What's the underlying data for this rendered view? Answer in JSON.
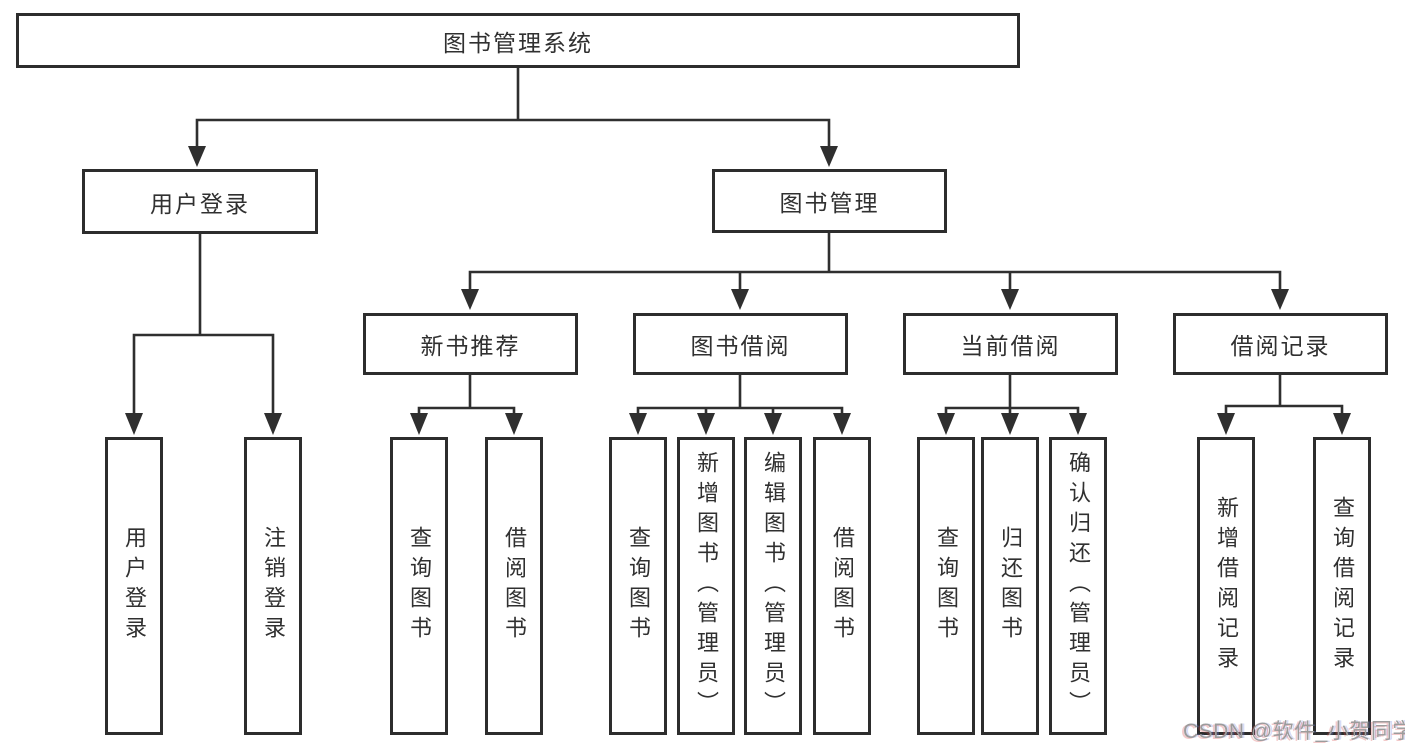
{
  "tree": {
    "root": "图书管理系统",
    "l2": [
      "用户登录",
      "图书管理"
    ],
    "l3": [
      "新书推荐",
      "图书借阅",
      "当前借阅",
      "借阅记录"
    ],
    "l4_user_login": [
      "用户登录",
      "注销登录"
    ],
    "l4_new_book": [
      "查询图书",
      "借阅图书"
    ],
    "l4_book_borrow": [
      "查询图书",
      "新增图书（管理员）",
      "编辑图书（管理员）",
      "借阅图书"
    ],
    "l4_current_borrow": [
      "查询图书",
      "归还图书",
      "确认归还（管理员）"
    ],
    "l4_borrow_record": [
      "新增借阅记录",
      "查询借阅记录"
    ]
  },
  "watermark": "CSDN @软件_小贺同学",
  "colors": {
    "line": "#2f2f2f",
    "box_border": "#2d2d2d",
    "text": "#303030",
    "watermark": "#9c9c9c",
    "background": "#ffffff"
  }
}
